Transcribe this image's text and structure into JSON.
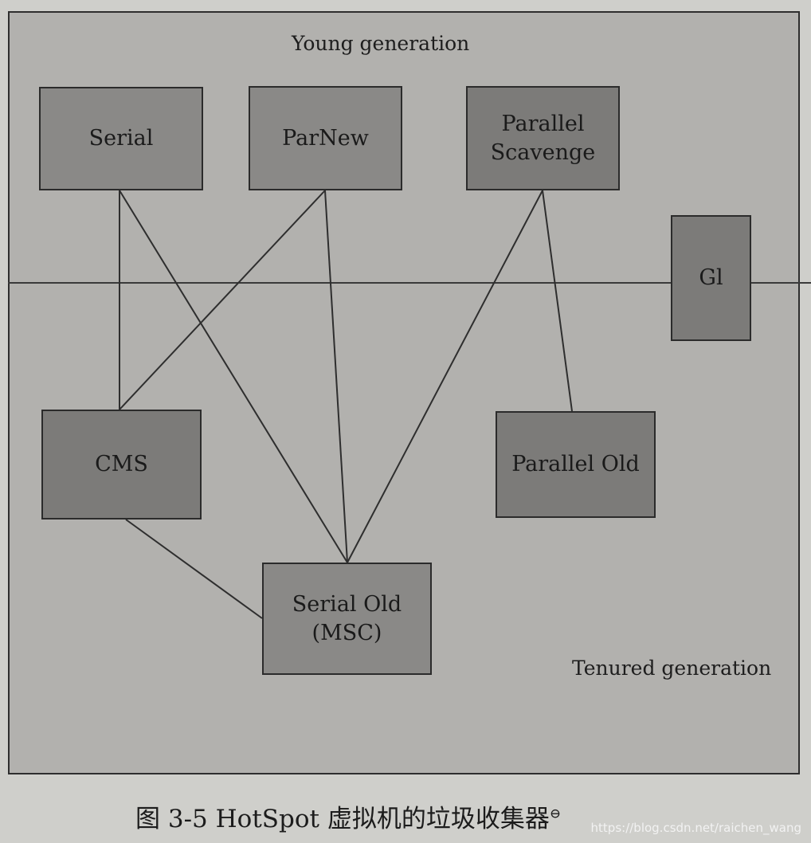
{
  "regions": {
    "young_label": "Young generation",
    "tenured_label": "Tenured generation"
  },
  "nodes": {
    "serial": "Serial",
    "parnew": "ParNew",
    "parallel_scavenge": "Parallel\nScavenge",
    "g1": "Gl",
    "cms": "CMS",
    "parallel_old": "Parallel Old",
    "serial_old": "Serial Old\n(MSC)"
  },
  "edges": [
    [
      "serial",
      "cms"
    ],
    [
      "serial",
      "serial_old"
    ],
    [
      "parnew",
      "cms"
    ],
    [
      "parnew",
      "serial_old"
    ],
    [
      "parallel_scavenge",
      "serial_old"
    ],
    [
      "parallel_scavenge",
      "parallel_old"
    ],
    [
      "cms",
      "serial_old"
    ]
  ],
  "caption": {
    "text": "图 3-5    HotSpot 虚拟机的垃圾收集器",
    "mark": "⊖"
  },
  "watermark": "https://blog.csdn.net/raichen_wang",
  "colors": {
    "background": "#b2b1ae",
    "node_fill": "#8a8987",
    "line": "#2e2e2e"
  }
}
